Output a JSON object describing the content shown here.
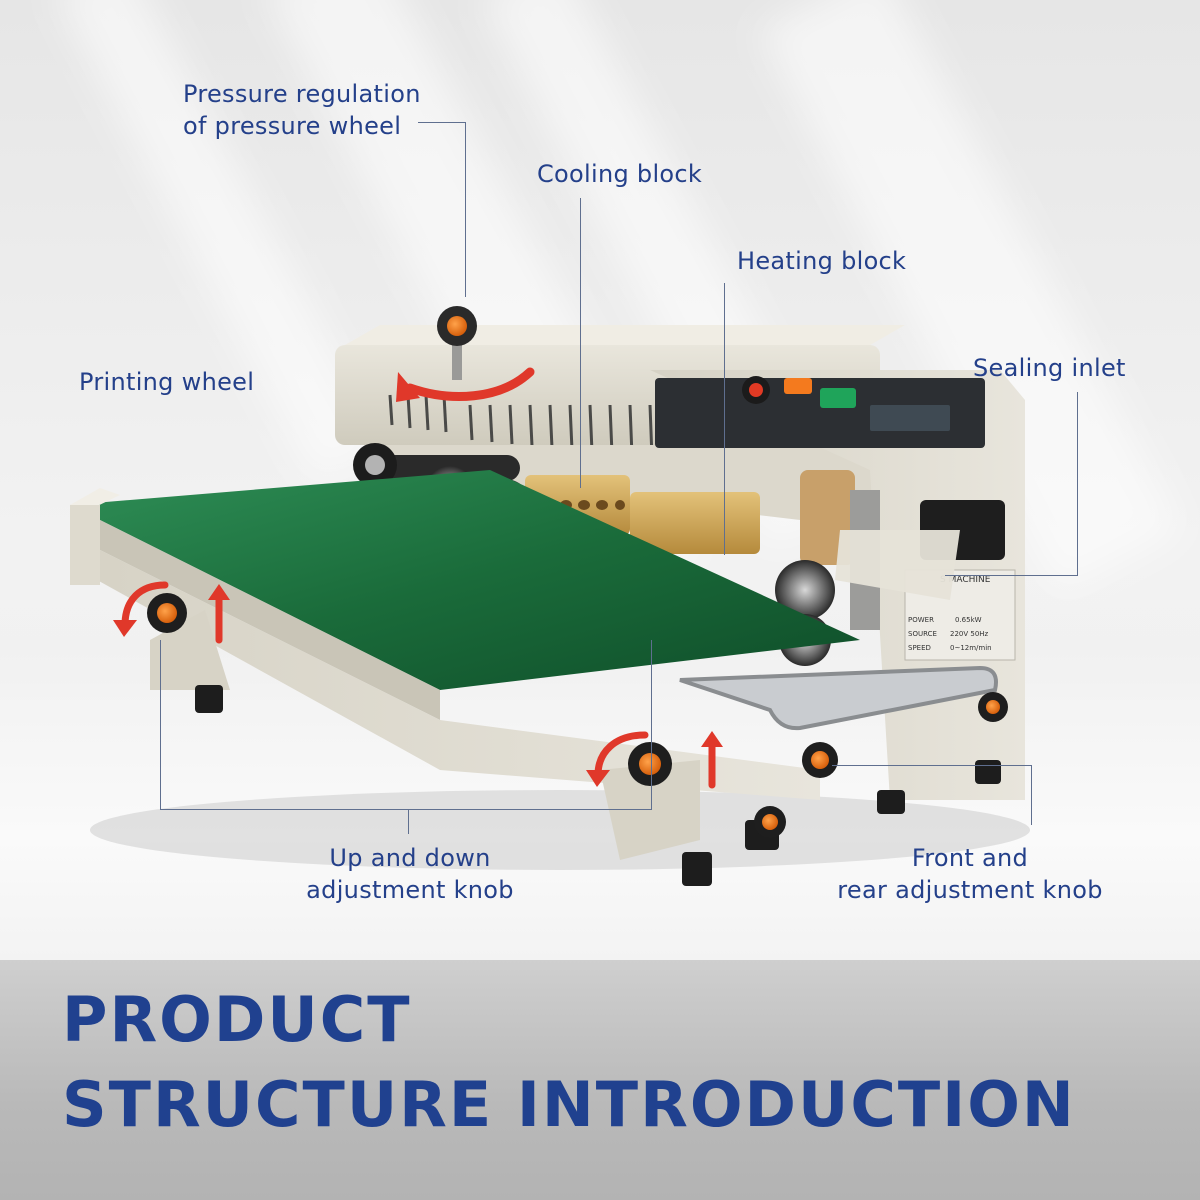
{
  "callouts": {
    "pressure_regulation_line1": "Pressure regulation",
    "pressure_regulation_line2": "of pressure wheel",
    "cooling_block": "Cooling block",
    "heating_block": "Heating block",
    "printing_wheel": "Printing wheel",
    "sealing_inlet": "Sealing inlet",
    "up_down_line1": "Up and down",
    "up_down_line2": "adjustment knob",
    "front_rear_line1": "Front and",
    "front_rear_line2": "rear adjustment knob"
  },
  "machine_plate": {
    "brand": "S MACHINE",
    "power_label": "POWER",
    "power_value": "0.65kW",
    "source_label": "SOURCE",
    "source_value": "220V 50Hz",
    "speed_label": "SPEED",
    "speed_value": "0~12m/min"
  },
  "headline": {
    "line1": "PRODUCT",
    "line2": "STRUCTURE INTRODUCTION"
  },
  "colors": {
    "label_blue": "#24408a",
    "headline_blue": "#20418f",
    "machine_body": "#ddd9cc",
    "belt_green": "#1f7a45",
    "knob_orange": "#f07a1a",
    "arrow_red": "#e0382a"
  }
}
